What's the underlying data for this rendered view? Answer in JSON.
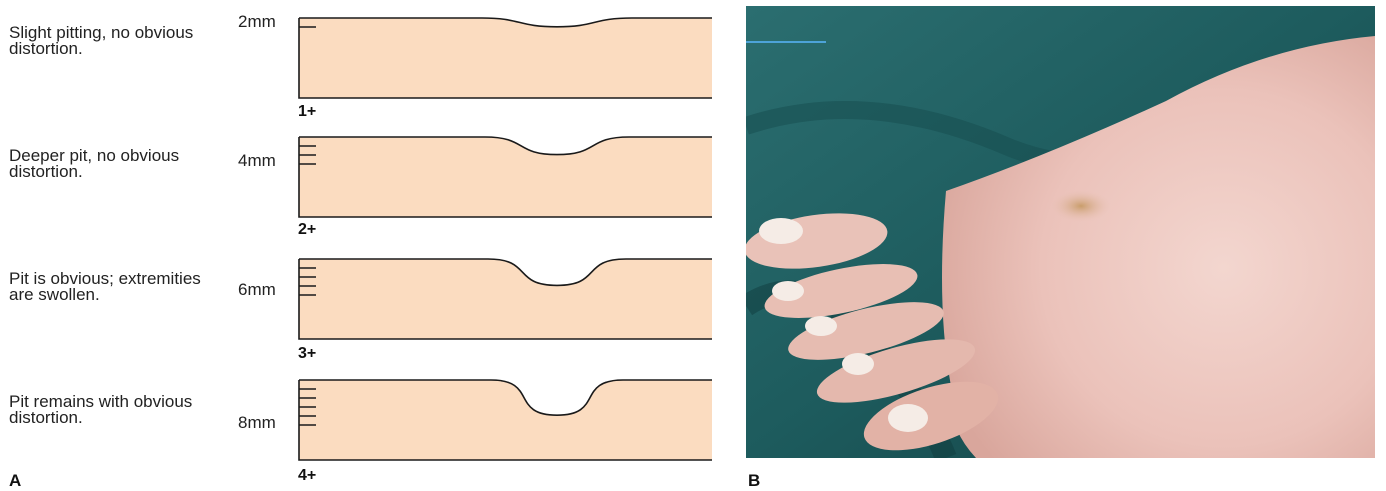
{
  "panel_a": {
    "letter": "A",
    "rows": [
      {
        "description": "Slight pitting, no obvious distortion.",
        "depth_label": "2mm",
        "grade": "1+",
        "depth_mm": 2,
        "ticks": 1
      },
      {
        "description": "Deeper pit, no obvious distortion.",
        "depth_label": "4mm",
        "grade": "2+",
        "depth_mm": 4,
        "ticks": 3
      },
      {
        "description": "Pit is obvious; extremities are swollen.",
        "depth_label": "6mm",
        "grade": "3+",
        "depth_mm": 6,
        "ticks": 4
      },
      {
        "description": "Pit remains with obvious distortion.",
        "depth_label": "8mm",
        "grade": "4+",
        "depth_mm": 8,
        "ticks": 5
      }
    ]
  },
  "panel_b": {
    "letter": "B",
    "image": "photo-of-swollen-foot-with-pitting-edema"
  },
  "colors": {
    "skin_fill": "#fbdcc0",
    "outline": "#1a1a1a",
    "drape": "#1f5d5e"
  }
}
